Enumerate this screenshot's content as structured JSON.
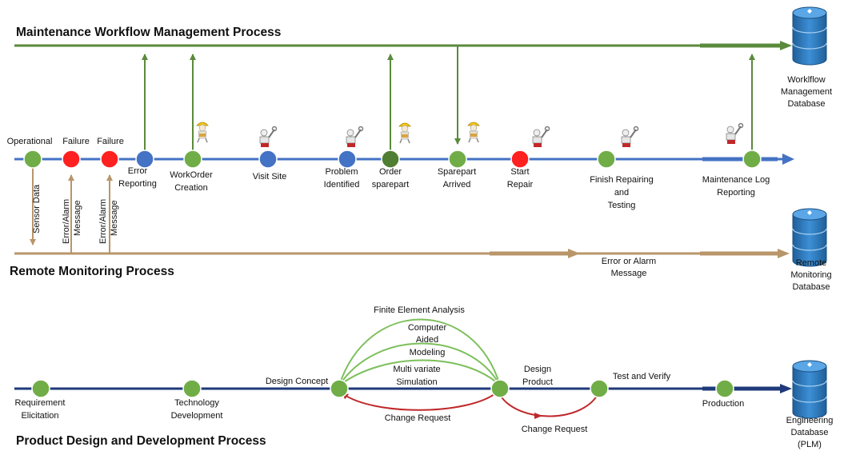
{
  "colors": {
    "green_line": "#5a8a3c",
    "blue_line": "#4472c4",
    "tan_line": "#b8966a",
    "navy_line": "#1f3a7a",
    "node_green": "#70ad47",
    "node_red": "#ff2020",
    "node_blue": "#4472c4",
    "node_darkgreen": "#507e32",
    "arrow_light_green": "#7cbf5a",
    "arrow_red": "#c0282a",
    "db_blue": "#2e75b6"
  },
  "maintenance": {
    "title": "Maintenance Workflow Management Process",
    "database": [
      "Worklflow",
      "Management",
      "Database"
    ],
    "nodes": [
      {
        "label": [
          "Operational"
        ],
        "color": "green"
      },
      {
        "label": [
          "Failure"
        ],
        "color": "red"
      },
      {
        "label": [
          "Failure"
        ],
        "color": "red"
      },
      {
        "label": [
          "Error",
          "Reporting"
        ],
        "color": "blue"
      },
      {
        "label": [
          "WorkOrder",
          "Creation"
        ],
        "color": "green"
      },
      {
        "label": [
          "Visit Site"
        ],
        "color": "blue"
      },
      {
        "label": [
          "Problem",
          "Identified"
        ],
        "color": "blue"
      },
      {
        "label": [
          "Order",
          "sparepart"
        ],
        "color": "darkgreen"
      },
      {
        "label": [
          "Sparepart",
          "Arrived"
        ],
        "color": "green"
      },
      {
        "label": [
          "Start",
          "Repair"
        ],
        "color": "red"
      },
      {
        "label": [
          "Finish Repairing",
          "and",
          "Testing"
        ],
        "color": "green"
      },
      {
        "label": [
          "Maintenance Log",
          "Reporting"
        ],
        "color": "green"
      }
    ],
    "vertical_messages": [
      "Sensor Data",
      "Error/Alarm Message",
      "Error/Alarm Message"
    ],
    "worker_icons": [
      "worker-hardhat-icon",
      "robot-wrench-icon",
      "robot-wrench-icon",
      "worker-hardhat-icon",
      "worker-hardhat-icon",
      "robot-wrench-icon",
      "robot-wrench-icon",
      "robot-wrench-icon"
    ]
  },
  "remote": {
    "title": "Remote Monitoring Process",
    "message": [
      "Error or Alarm",
      "Message"
    ],
    "database": [
      "Remote",
      "Monitoring",
      "Database"
    ]
  },
  "product": {
    "title": "Product Design and Development Process",
    "nodes": [
      {
        "label": [
          "Requirement",
          "Elicitation"
        ]
      },
      {
        "label": [
          "Technology",
          "Development"
        ]
      },
      {
        "label": [
          "Design Concept"
        ]
      },
      {
        "label": [
          "Design",
          "Product"
        ]
      },
      {
        "label": [
          "Test and Verify"
        ]
      },
      {
        "label": [
          "Production"
        ]
      }
    ],
    "analysis_arcs": [
      "Finite Element Analysis",
      "Computer Aided Modeling",
      "Multi variate Simulation"
    ],
    "analysis_label_lines": [
      [
        "Finite Element Analysis"
      ],
      [
        "Computer",
        "Aided",
        "Modeling"
      ],
      [
        "Multi variate",
        "Simulation"
      ]
    ],
    "change_requests": [
      "Change Request",
      "Change Request"
    ],
    "database": [
      "Engineering",
      "Database",
      "(PLM)"
    ]
  }
}
